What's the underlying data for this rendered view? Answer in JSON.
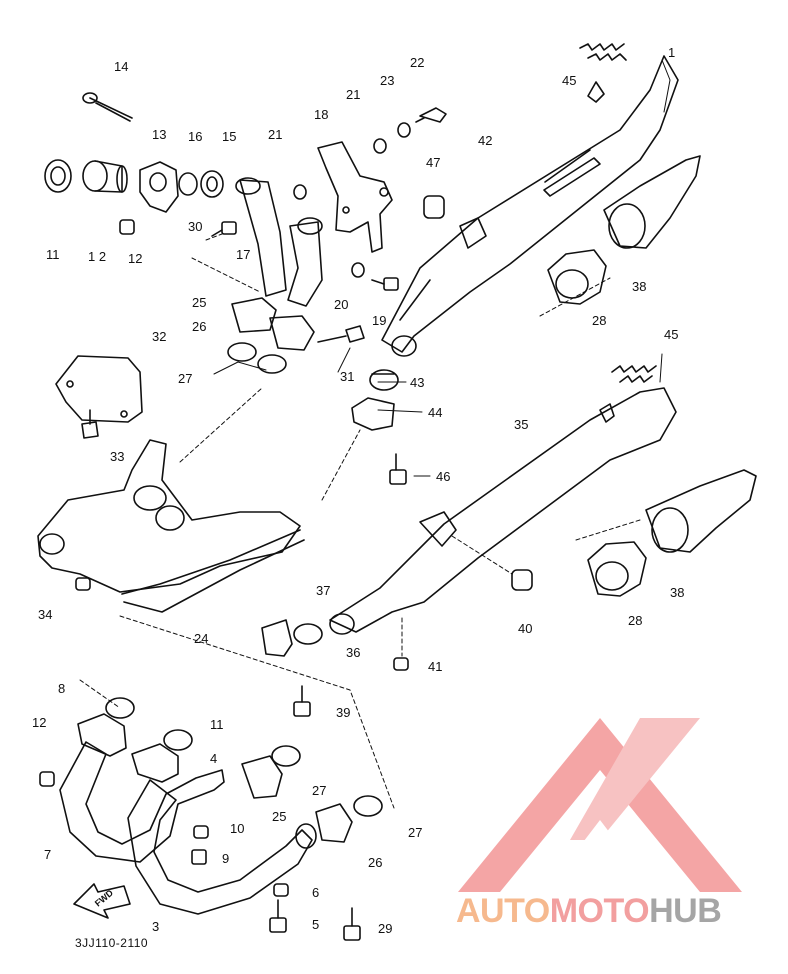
{
  "diagram_code": "3JJ110-2110",
  "fwd_arrow_text": "FWD",
  "watermark": {
    "part1": "AUTO",
    "part2": "MOTO",
    "part3": "HUB",
    "color1": "#f6b98e",
    "color2": "#f29f9f",
    "color3": "#a5a5a5"
  },
  "callouts": [
    {
      "id": "c14",
      "text": "14"
    },
    {
      "id": "c13",
      "text": "13"
    },
    {
      "id": "c16",
      "text": "16"
    },
    {
      "id": "c15",
      "text": "15"
    },
    {
      "id": "c21a",
      "text": "21"
    },
    {
      "id": "c18",
      "text": "18"
    },
    {
      "id": "c21b",
      "text": "21"
    },
    {
      "id": "c23",
      "text": "23"
    },
    {
      "id": "c22",
      "text": "22"
    },
    {
      "id": "c45a",
      "text": "45"
    },
    {
      "id": "c1",
      "text": "1"
    },
    {
      "id": "c11a",
      "text": "11"
    },
    {
      "id": "c1_2",
      "text": "1 2"
    },
    {
      "id": "c12a",
      "text": "12"
    },
    {
      "id": "c30",
      "text": "30"
    },
    {
      "id": "c17",
      "text": "17"
    },
    {
      "id": "c47",
      "text": "47"
    },
    {
      "id": "c42",
      "text": "42"
    },
    {
      "id": "c38a",
      "text": "38"
    },
    {
      "id": "c28a",
      "text": "28"
    },
    {
      "id": "c20",
      "text": "20"
    },
    {
      "id": "c19",
      "text": "19"
    },
    {
      "id": "c25a",
      "text": "25"
    },
    {
      "id": "c26a",
      "text": "26"
    },
    {
      "id": "c27a",
      "text": "27"
    },
    {
      "id": "c32",
      "text": "32"
    },
    {
      "id": "c31",
      "text": "31"
    },
    {
      "id": "c43",
      "text": "43"
    },
    {
      "id": "c44",
      "text": "44"
    },
    {
      "id": "c45b",
      "text": "45"
    },
    {
      "id": "c33",
      "text": "33"
    },
    {
      "id": "c35",
      "text": "35"
    },
    {
      "id": "c46",
      "text": "46"
    },
    {
      "id": "c34",
      "text": "34"
    },
    {
      "id": "c24",
      "text": "24"
    },
    {
      "id": "c37",
      "text": "37"
    },
    {
      "id": "c36",
      "text": "36"
    },
    {
      "id": "c38b",
      "text": "38"
    },
    {
      "id": "c28b",
      "text": "28"
    },
    {
      "id": "c40",
      "text": "40"
    },
    {
      "id": "c41",
      "text": "41"
    },
    {
      "id": "c8",
      "text": "8"
    },
    {
      "id": "c39",
      "text": "39"
    },
    {
      "id": "c12b",
      "text": "12"
    },
    {
      "id": "c11b",
      "text": "11"
    },
    {
      "id": "c4",
      "text": "4"
    },
    {
      "id": "c27b",
      "text": "27"
    },
    {
      "id": "c25b",
      "text": "25"
    },
    {
      "id": "c10",
      "text": "10"
    },
    {
      "id": "c27c",
      "text": "27"
    },
    {
      "id": "c7",
      "text": "7"
    },
    {
      "id": "c9",
      "text": "9"
    },
    {
      "id": "c26b",
      "text": "26"
    },
    {
      "id": "c6",
      "text": "6"
    },
    {
      "id": "c3",
      "text": "3"
    },
    {
      "id": "c5",
      "text": "5"
    },
    {
      "id": "c29",
      "text": "29"
    }
  ]
}
